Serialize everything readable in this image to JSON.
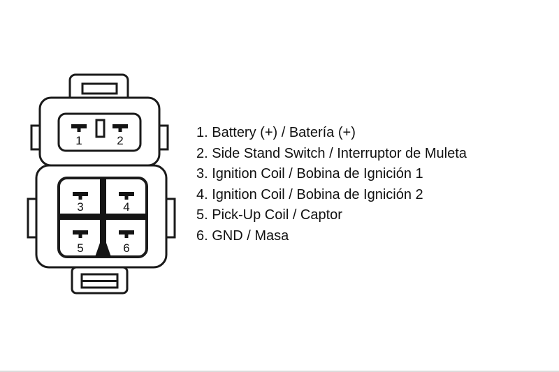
{
  "diagram": {
    "pin_labels": [
      "1",
      "2",
      "3",
      "4",
      "5",
      "6"
    ]
  },
  "legend": {
    "items": [
      "1. Battery (+) / Batería (+)",
      "2. Side Stand Switch / Interruptor de Muleta",
      "3. Ignition Coil / Bobina de Ignición 1",
      "4. Ignition Coil / Bobina de Ignición 2",
      "5. Pick-Up Coil / Captor",
      "6. GND / Masa"
    ]
  }
}
